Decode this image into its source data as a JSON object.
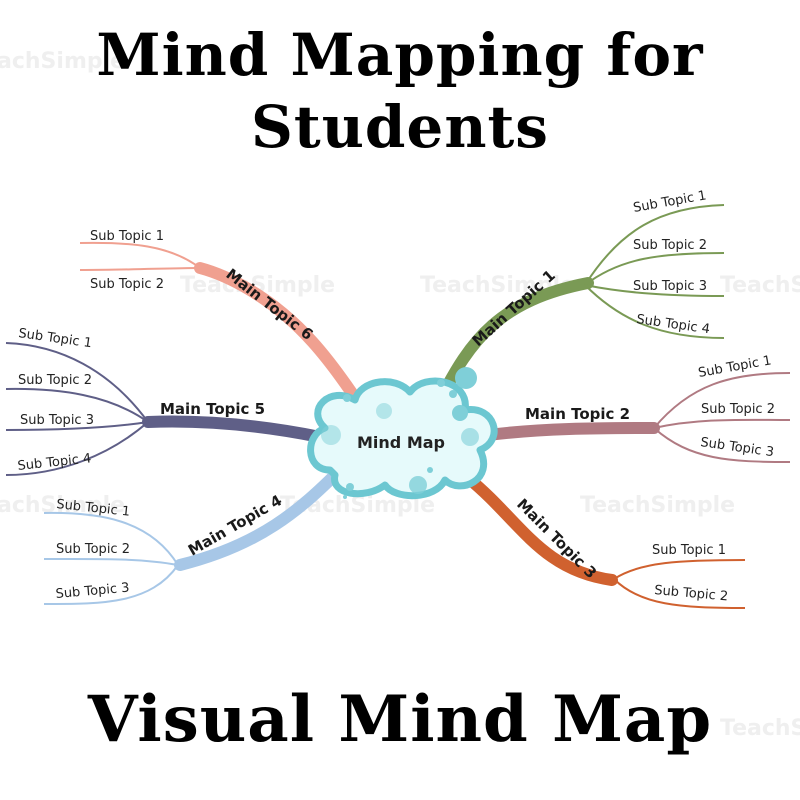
{
  "title": {
    "line1": "Mind Mapping for",
    "line2": "Students"
  },
  "footer": {
    "title": "Visual Mind Map"
  },
  "watermark": "TeachSimple",
  "center": {
    "label": "Mind Map",
    "fill": "#e6fafb",
    "stroke": "#6cc7d1"
  },
  "branches": [
    {
      "label": "Main Topic 1",
      "color": "#7a9a55",
      "subs": [
        "Sub Topic 1",
        "Sub Topic 2",
        "Sub Topic 3",
        "Sub Topic 4"
      ]
    },
    {
      "label": "Main Topic 2",
      "color": "#b07a82",
      "subs": [
        "Sub Topic 1",
        "Sub Topic 2",
        "Sub Topic 3"
      ]
    },
    {
      "label": "Main Topic 3",
      "color": "#d0612f",
      "subs": [
        "Sub Topic 1",
        "Sub Topic 2"
      ]
    },
    {
      "label": "Main Topic 4",
      "color": "#a7c7e7",
      "subs": [
        "Sub Topic 1",
        "Sub Topic 2",
        "Sub Topic 3"
      ]
    },
    {
      "label": "Main Topic 5",
      "color": "#5f5f87",
      "subs": [
        "Sub Topic 1",
        "Sub Topic 2",
        "Sub Topic 3",
        "Sub Topic 4"
      ]
    },
    {
      "label": "Main Topic 6",
      "color": "#f0a090",
      "subs": [
        "Sub Topic 1",
        "Sub Topic 2"
      ]
    }
  ]
}
